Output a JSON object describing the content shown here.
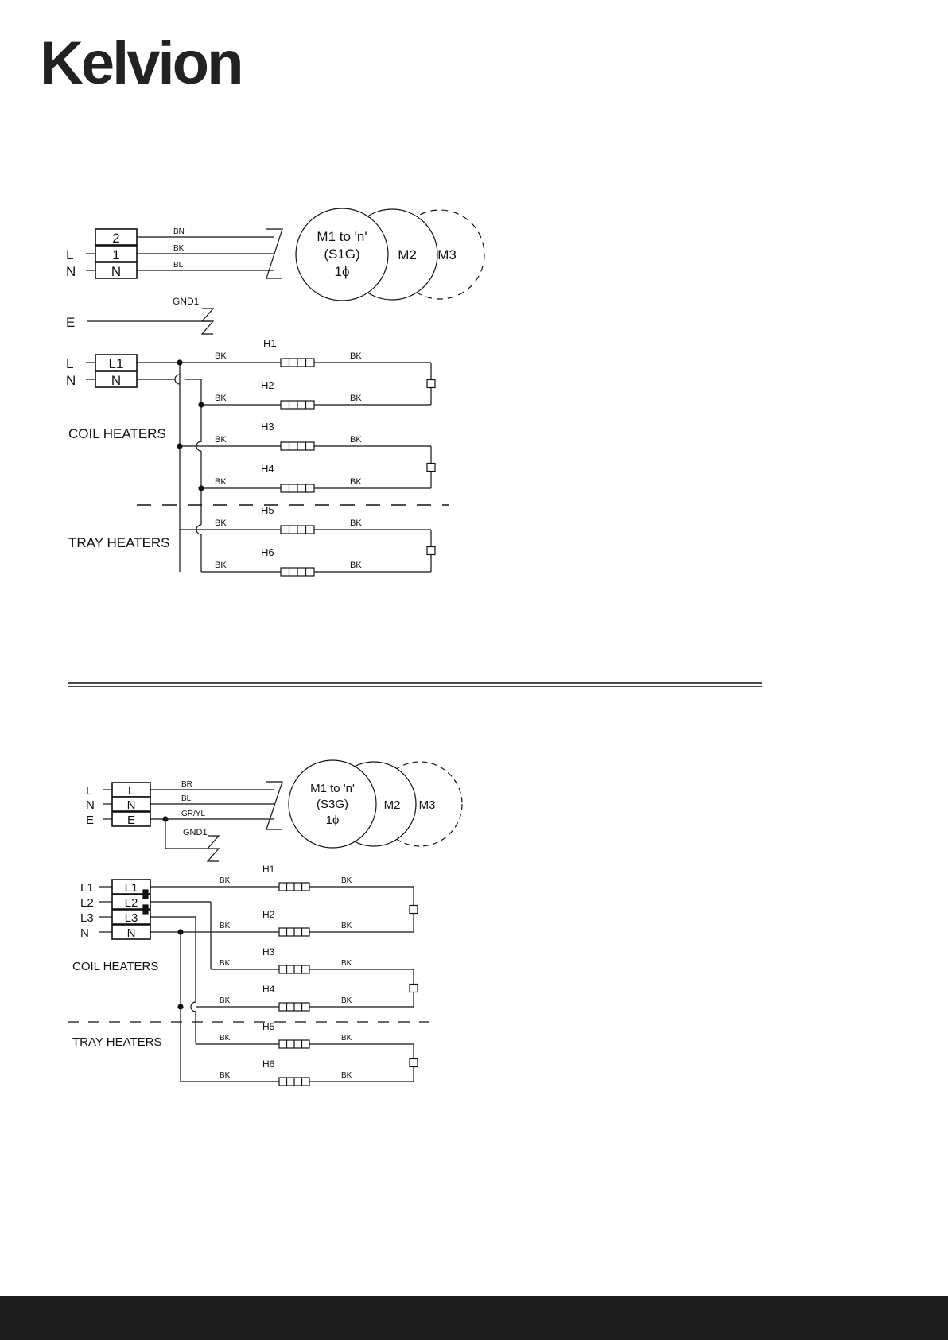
{
  "brand": {
    "name": "Kelvion"
  },
  "colors": {
    "ink": "#111111",
    "cyan": "#00d8ea",
    "footer": "#1d1d1d"
  },
  "d1": {
    "terminals": [
      "2",
      "1",
      "N"
    ],
    "supply": [
      "L",
      "N"
    ],
    "wires": [
      "BN",
      "BK",
      "BL"
    ],
    "motor": {
      "line1": "M1 to 'n'",
      "line2": "(S1G)",
      "line3": "1ϕ",
      "m2": "M2",
      "m3": "M3"
    },
    "earth": "E",
    "gnd": "GND1",
    "heater_terminals": [
      "L1",
      "N"
    ],
    "heater_supply": [
      "L",
      "N"
    ],
    "coil_label": "COIL HEATERS",
    "tray_label": "TRAY HEATERS",
    "heaters": [
      "H1",
      "H2",
      "H3",
      "H4",
      "H5",
      "H6"
    ],
    "wire_bk": "BK"
  },
  "d2": {
    "terminals": [
      "L",
      "N",
      "E"
    ],
    "supply": [
      "L",
      "N",
      "E"
    ],
    "wires": [
      "BR",
      "BL",
      "GR/YL"
    ],
    "motor": {
      "line1": "M1 to 'n'",
      "line2": "(S3G)",
      "line3": "1ϕ",
      "m2": "M2",
      "m3": "M3"
    },
    "gnd": "GND1",
    "heater_terminals": [
      "L1",
      "L2",
      "L3",
      "N"
    ],
    "heater_supply": [
      "L1",
      "L2",
      "L3",
      "N"
    ],
    "coil_label": "COIL HEATERS",
    "tray_label": "TRAY HEATERS",
    "heaters": [
      "H1",
      "H2",
      "H3",
      "H4",
      "H5",
      "H6"
    ],
    "wire_bk": "BK"
  }
}
